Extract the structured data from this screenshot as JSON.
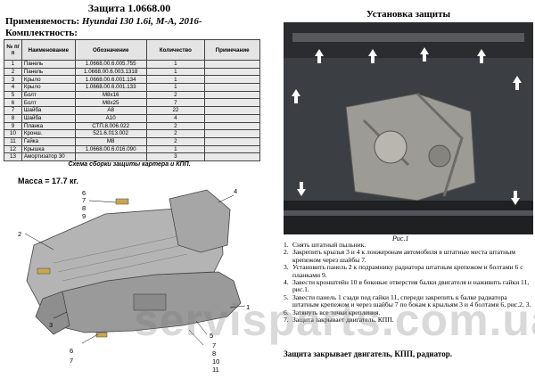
{
  "header": {
    "title": "Защита 1.0668.00",
    "applicability_label": "Применяемость:",
    "applicability_value": "Hyundai I30 1.6i, M-A, 2016-",
    "kit_label": "Комплектность:"
  },
  "parts_table": {
    "columns": [
      "№ п/п",
      "Наименование",
      "Обозначение",
      "Количество",
      "Примечание"
    ],
    "rows": [
      [
        "1",
        "Панель",
        "1.0668.00.6.005.755",
        "1",
        ""
      ],
      [
        "2",
        "Панель",
        "1.0668.00.6.003.1318",
        "1",
        ""
      ],
      [
        "3",
        "Крыло",
        "1.0668.00.6.001.134",
        "1",
        ""
      ],
      [
        "4",
        "Крыло",
        "1.0668.00.6.001.133",
        "1",
        ""
      ],
      [
        "5",
        "Болт",
        "M8x16",
        "2",
        ""
      ],
      [
        "6",
        "Болт",
        "M8x25",
        "7",
        ""
      ],
      [
        "7",
        "Шайба",
        "A8",
        "22",
        ""
      ],
      [
        "8",
        "Шайба",
        "A10",
        "4",
        ""
      ],
      [
        "9",
        "Планка",
        "СТП.8.006.022",
        "2",
        ""
      ],
      [
        "10",
        "Кронш.",
        "521.6.013.002",
        "2",
        ""
      ],
      [
        "11",
        "Гайка",
        "M8",
        "2",
        ""
      ],
      [
        "12",
        "Крышка",
        "1.0668.00.6.016.090",
        "1",
        ""
      ],
      [
        "13",
        "Амортизатор 30",
        "",
        "3",
        ""
      ]
    ]
  },
  "diagram": {
    "caption": "Схема сборки защиты картера и КПП.",
    "mass": "Масса = 17.7 кг.",
    "callouts": {
      "top_left": [
        "6",
        "7",
        "8",
        "9"
      ],
      "left": "2",
      "right_top": "4",
      "right": "1",
      "bottom_left": "3",
      "bottom_right": "5",
      "bottom_mid": [
        "7",
        "8",
        "10",
        "11"
      ],
      "bottom_far": [
        "6",
        "7"
      ]
    }
  },
  "installation": {
    "title": "Установка защиты",
    "photo_caption": "Рис.1",
    "steps": [
      {
        "n": "1.",
        "text": "Снять штатный пыльник."
      },
      {
        "n": "2.",
        "text": "Закрепить крылья 3 и 4 к лонжеронам автомобиля в штатные места штатным крепежом через шайбы 7."
      },
      {
        "n": "3.",
        "text": "Установить панель 2 к подрамнику радиатора штатным крепежом и болтами 6 с планками 9."
      },
      {
        "n": "4.",
        "text": "Завести кронштейн 10 в боковые отверстия балки двигателя и наживить гайки 11, рис.1."
      },
      {
        "n": "5.",
        "text": "Завести панель 1 сзади под гайки 11, спереди закрепить к балке радиатора штатным крепежом и через шайбы 7 по бокам к крыльям 3 и 4 болтами 6, рис.2, 3."
      },
      {
        "n": "6.",
        "text": "Затянуть все точки крепления."
      },
      {
        "n": "7.",
        "text": "Защита закрывает двигатель, КПП."
      }
    ],
    "final": "Защита закрывает двигатель, КПП, радиатор."
  },
  "watermark": "servisparts.com.ua"
}
